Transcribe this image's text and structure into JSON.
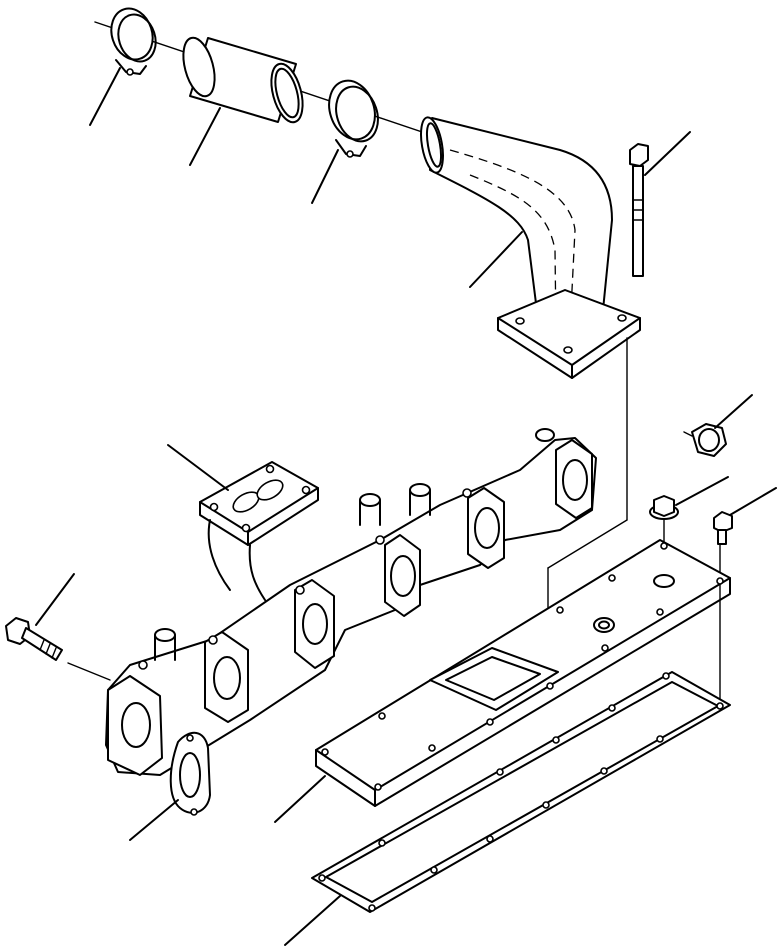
{
  "diagram": {
    "type": "exploded-parts-view",
    "labels": [],
    "parts": [
      {
        "id": "hose-clamp-upper",
        "icon": "hose-clamp-icon"
      },
      {
        "id": "rubber-hose",
        "icon": "hose-icon"
      },
      {
        "id": "hose-clamp-lower",
        "icon": "hose-clamp-icon"
      },
      {
        "id": "elbow-connector",
        "icon": "elbow-pipe-icon"
      },
      {
        "id": "long-bolt",
        "icon": "bolt-icon"
      },
      {
        "id": "cap-nut",
        "icon": "nut-icon"
      },
      {
        "id": "flange-nut",
        "icon": "nut-icon"
      },
      {
        "id": "cover-bolt",
        "icon": "bolt-icon"
      },
      {
        "id": "exhaust-manifold",
        "icon": "manifold-icon"
      },
      {
        "id": "manifold-bolt",
        "icon": "bolt-icon"
      },
      {
        "id": "manifold-gasket",
        "icon": "gasket-icon"
      },
      {
        "id": "cover-plate",
        "icon": "plate-icon"
      },
      {
        "id": "cover-gasket",
        "icon": "gasket-icon"
      }
    ]
  }
}
